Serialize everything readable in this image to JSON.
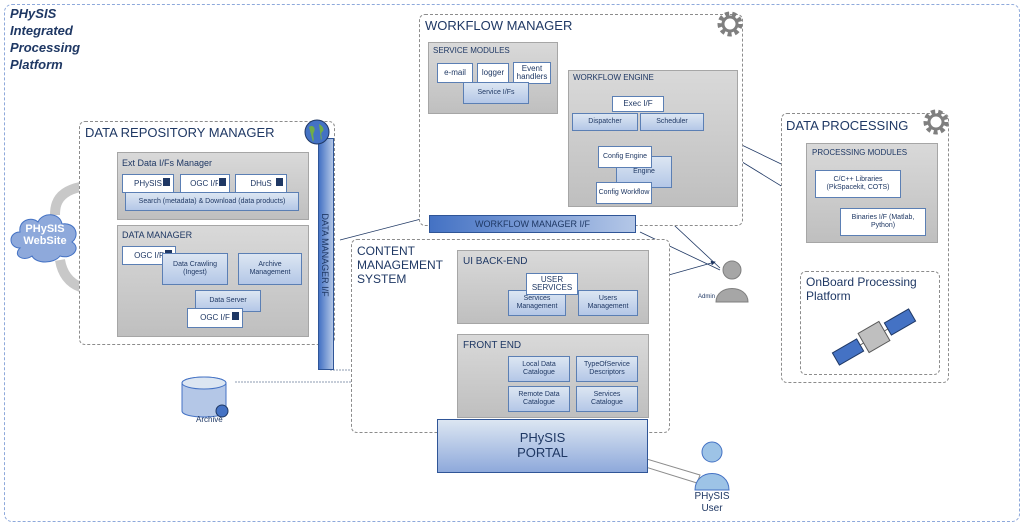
{
  "platform_title": [
    "PHySIS",
    "Integrated",
    "Processing",
    "Platform"
  ],
  "website_label": [
    "PHySIS",
    "WebSite"
  ],
  "data_repository_manager": {
    "title": "DATA REPOSITORY MANAGER",
    "ext_data_if_manager": {
      "title": "Ext Data I/Fs Manager",
      "items": [
        "PHySIS",
        "OGC I/F",
        "DHuS"
      ],
      "search": "Search (metadata) & Download (data products)"
    },
    "data_manager": {
      "title": "DATA MANAGER",
      "ogc_if": "OGC I/F",
      "data_crawling": "Data Crawling (Ingest)",
      "archive_management": "Archive Management",
      "data_server": "Data Server",
      "data_server_ogc": "OGC I/F"
    }
  },
  "data_manager_if": "DATA MANAGER I/F",
  "archive_label": "Archive",
  "workflow_manager": {
    "title": "WORKFLOW MANAGER",
    "service_modules": {
      "title": "SERVICE MODULES",
      "items": [
        "e-mail",
        "logger",
        "Event handlers"
      ],
      "service_ifs": "Service I/Fs"
    },
    "workflow_engine": {
      "title": "WORKFLOW ENGINE",
      "exec_if": "Exec I/F",
      "dispatcher": "Dispatcher",
      "scheduler": "Scheduler",
      "config_engine": "Config Engine",
      "engine": "Engine",
      "config_workflow": "Config Workflow"
    }
  },
  "workflow_manager_if": "WORKFLOW MANAGER I/F",
  "data_processing": {
    "title": "DATA PROCESSING",
    "processing_modules": {
      "title": "PROCESSING MODULES",
      "cpp_libraries": "C/C++ Libraries (PkSpacekit, COTS)",
      "binaries_if": "Binaries I/F (Matlab, Python)"
    }
  },
  "onboard_processing": [
    "OnBoard Processing",
    "Platform"
  ],
  "cms": {
    "title": [
      "CONTENT",
      "MANAGEMENT",
      "SYSTEM"
    ],
    "ui_backend": {
      "title": "UI BACK-END",
      "user_services": "USER SERVICES",
      "services_management": "Services Management",
      "users_management": "Users Management"
    },
    "front_end": {
      "title": "FRONT END",
      "local_data_catalogue": "Local Data Catalogue",
      "typeofservice_descriptors": "TypeOfService Descriptors",
      "remote_data_catalogue": "Remote Data Catalogue",
      "services_catalogue": "Services Catalogue"
    }
  },
  "portal": [
    "PHySIS",
    "PORTAL"
  ],
  "admin_label": "Admin",
  "user_label": [
    "PHySIS",
    "User"
  ],
  "colors": {
    "navy": "#1f3864",
    "accent": "#4472c4",
    "grey_panel": "#c8c8c8"
  }
}
